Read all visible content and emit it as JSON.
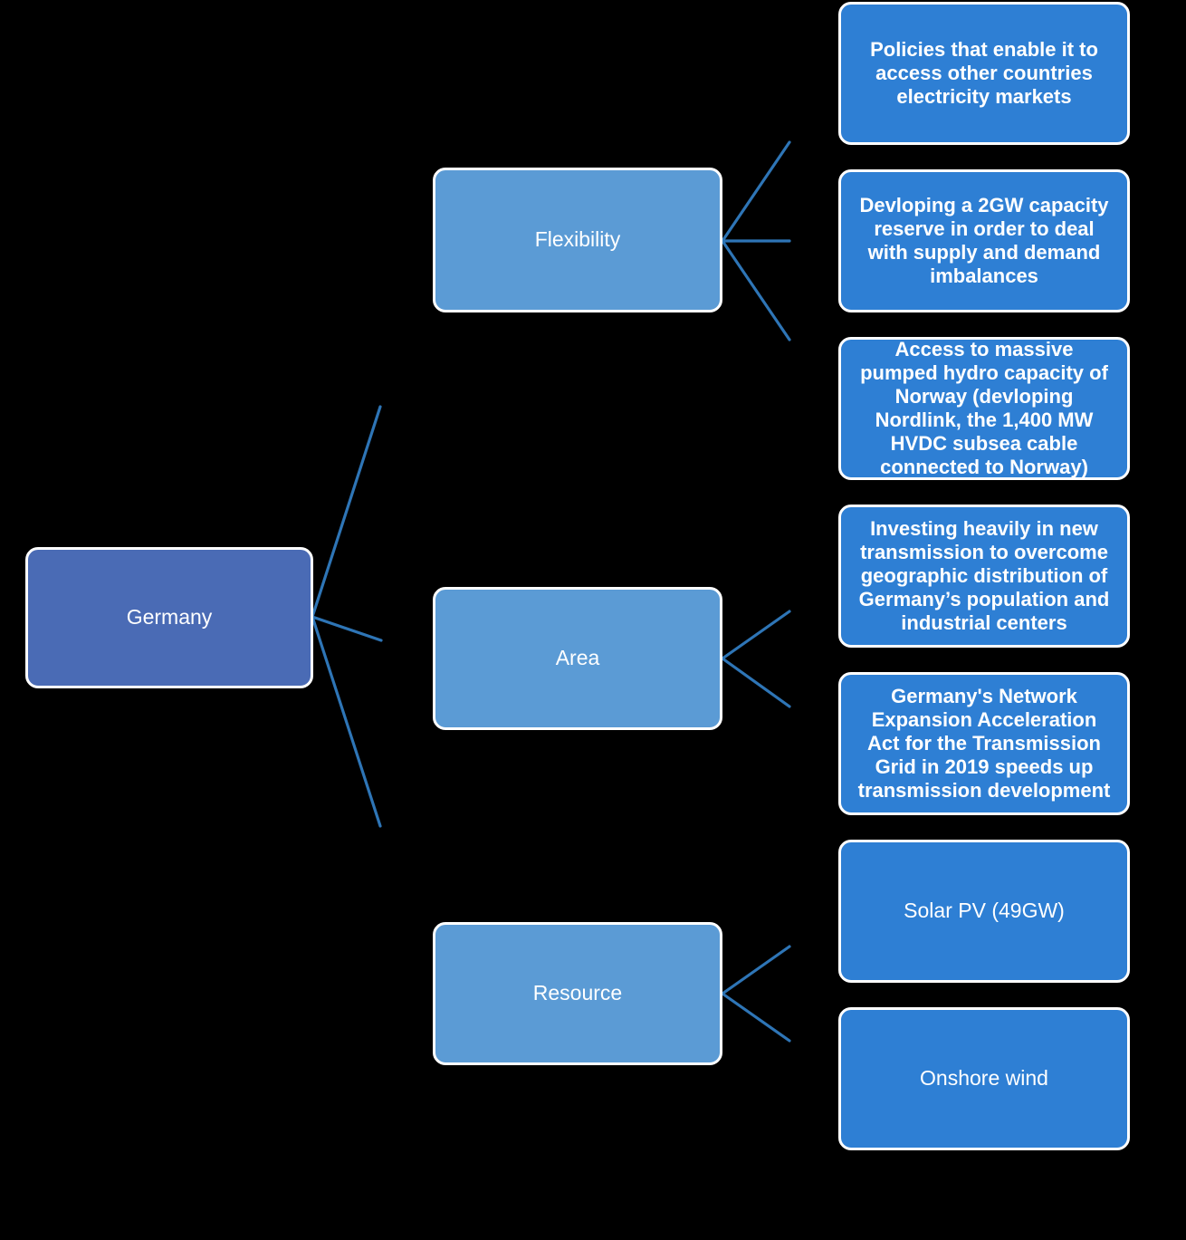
{
  "diagram": {
    "title": "Germany",
    "background_color": "#000000",
    "colors": {
      "root_fill": "#4A6BB5",
      "branch_fill": "#5B9BD5",
      "leaf_fill": "#2E7FD4",
      "connector": "#2E75B6",
      "node_border": "#FFFFFF",
      "text": "#FFFFFF"
    },
    "root": {
      "label": "Germany"
    },
    "branches": [
      {
        "id": "flexibility",
        "label": "Flexibility",
        "leaves": [
          {
            "id": "flex-1",
            "label": "Policies that enable it to access other countries electricity markets"
          },
          {
            "id": "flex-2",
            "label": "Devloping a 2GW capacity reserve in order to deal with supply and demand imbalances"
          },
          {
            "id": "flex-3",
            "label": "Access to massive pumped hydro capacity of Norway (devloping Nordlink, the 1,400 MW HVDC subsea cable connected to Norway)"
          }
        ]
      },
      {
        "id": "area",
        "label": "Area",
        "leaves": [
          {
            "id": "area-1",
            "label": "Investing heavily in new transmission to overcome geographic distribution of Germany’s population and industrial centers"
          },
          {
            "id": "area-2",
            "label": "Germany's Network Expansion Acceleration Act for the Transmission Grid in 2019 speeds up transmission development"
          }
        ]
      },
      {
        "id": "resource",
        "label": "Resource",
        "leaves": [
          {
            "id": "res-1",
            "label": "Solar PV (49GW)"
          },
          {
            "id": "res-2",
            "label": "Onshore wind"
          }
        ]
      }
    ]
  }
}
